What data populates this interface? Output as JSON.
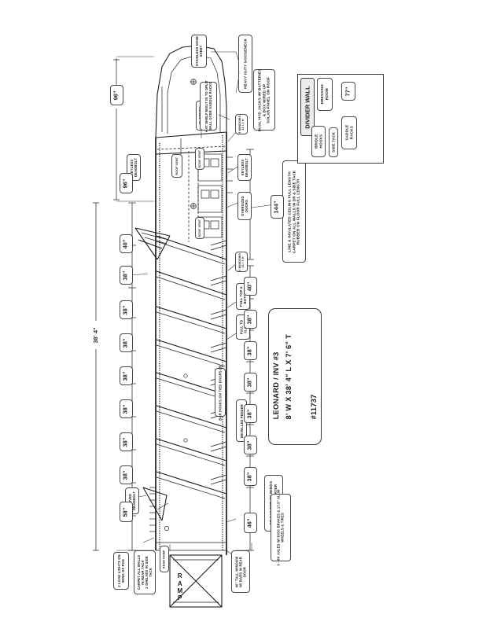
{
  "sheet": {
    "kind": "trailer-floorplan-blueprint",
    "orientation": "landscape-drawing-on-portrait-sheet"
  },
  "title_block": {
    "line1": "LEONARD / INV #3",
    "line2": "8' W X 38' 4\" L X 7' 6\" T",
    "line3": "#11737"
  },
  "overall": {
    "length_label": "38' 4\""
  },
  "divider_wall": {
    "title": "DIVIDER WALL",
    "dressing_room": "DRESSING\nROOM",
    "width": "77\"",
    "bridle_hooks": "BRIDLE\nHOOKS",
    "side_tack": "SIDE TACK",
    "saddle_racks": "SADDLE\nRACKS"
  },
  "dimensions_left": [
    "96\"",
    "96\"",
    "40\"",
    "38\"",
    "38\"",
    "38\"",
    "38\"",
    "38\"",
    "38\"",
    "38\"",
    "58\""
  ],
  "dimensions_right": [
    "144\"",
    "40\"",
    "38\"",
    "38\"",
    "38\"",
    "38\"",
    "38\"",
    "38\"",
    "46\""
  ],
  "notes": {
    "nose_sheet": "STAINLESS NOSE\nSHEET",
    "clothes_rod": "CLOTHES\nROD",
    "hat_shelf": "HAT SHELF BUILT IN TO SPLIT\nWALL OVER SADDLE RACKS",
    "gooseneck": "HEAVY DUTY GOOSENECK",
    "jacks": "DUAL HYD JACKS W/ BATTERIES\n& BOX WIRED UP\nSOLAR PANEL ON ROOF",
    "roof_vent_1": "ROOF VENT",
    "roof_vent_2": "ROOF VENT",
    "keyless_deadbolt": "KEYLESS\nDEADBOLT",
    "oversized_doors": "OVERSIZED\nDOORS",
    "insulation": "LINE & INSULATED CEILING FULL LENGTH\nCARPET ON ALL WALLS IN DR & SIDE TACK\nRUBBER ON FLOOR FULL LENGTH",
    "windows_top": "3 WINDOWS\n61 / 3 H",
    "windows_mid": "3 WINDOWS\n61 / 3 H",
    "full_top_bottom": "FULL TOP &\nBOTTOM",
    "full_to_floor": "FULL TO\nFLOOR",
    "bar_hooks": "BAR HOOKS ON TIED DOORS (8)",
    "bevelled_fender": "BEVELLED FENDER",
    "curved_gradbolt": "CURVED\nDEADBOLT",
    "hay_pod": "10' HAY POD W/ WINGS\nBRACE FOR WATER",
    "axles": "3 - 8K AXLES W/ DISC BRAKES & 17.5\" ALUM\nWHEELS & TIRES",
    "load_lights": "2 LOAD LIGHTS ON\nWING OF POD",
    "carpet_tack": "CARPET ALL WALLS\nIN REAR TACK\n3 SHELVES IN SIDE\nTACK",
    "rear_window": "40\" TALL WINDOW\nW/ BARS IN REAR\nDOOR",
    "rear_ramp": "REAR RAMP"
  },
  "ramp_label": [
    "R",
    "A",
    "M",
    "P"
  ],
  "colors": {
    "line": "#1d1d1d",
    "callout_border": "#4a4a4a",
    "panel_fill": "#ececec",
    "paper": "#ffffff"
  }
}
